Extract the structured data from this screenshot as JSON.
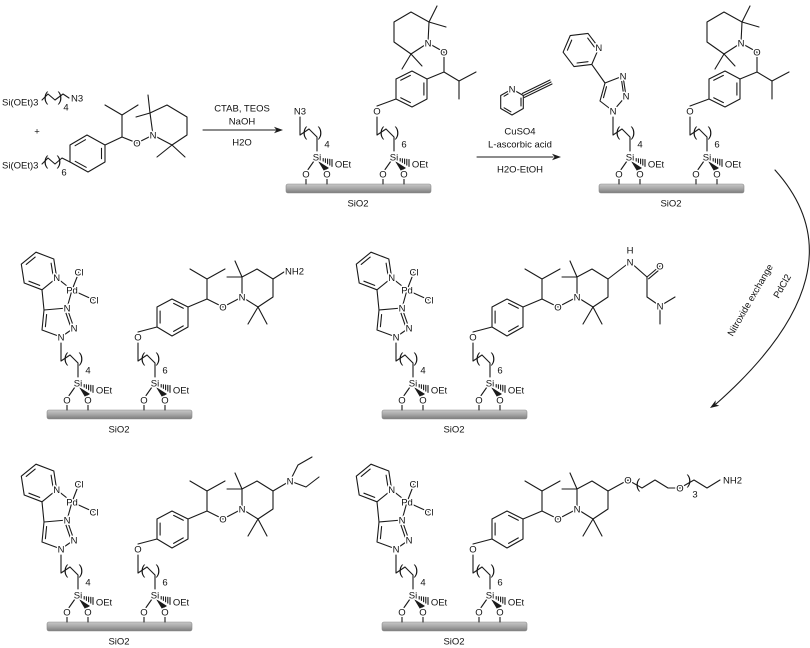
{
  "scheme": {
    "reactant_silane_label": "Si(OEt)3",
    "azide_label": "N3",
    "plus": "+",
    "step1": {
      "above": [
        "CTAB, TEOS",
        "NaOH"
      ],
      "below": "H2O"
    },
    "step2": {
      "above": [
        "CuSO4",
        "L-ascorbic acid"
      ],
      "below": "H2O-EtOH"
    },
    "step3": {
      "lines": [
        "Nitroxide exchange",
        "PdCl2"
      ]
    },
    "support": "SiO2",
    "spacer_repeat": {
      "azide_arm": "4",
      "alkoxyamine_arm": "6"
    },
    "atoms": {
      "Si": "Si",
      "O": "O",
      "OEt": "OEt",
      "N": "N",
      "Pd": "Pd",
      "Cl": "Cl",
      "H": "H"
    },
    "products": {
      "amine_end": "NH2",
      "peg_repeat": "3",
      "peg_end": "NH2"
    }
  }
}
